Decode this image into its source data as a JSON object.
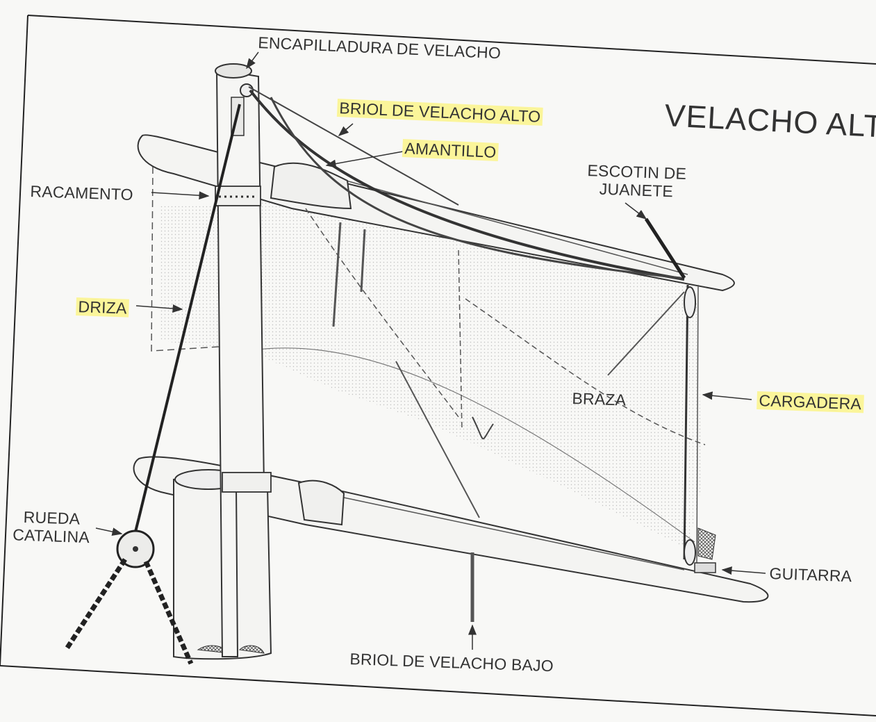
{
  "title": "VELACHO ALT",
  "labels": {
    "encapilladura": "ENCAPILLADURA DE VELACHO",
    "briol_alto": "BRIOL DE VELACHO ALTO",
    "amantillo": "AMANTILLO",
    "racamento": "RACAMENTO",
    "escotin_1": "ESCOTIN DE",
    "escotin_2": "JUANETE",
    "driza": "DRIZA",
    "braza": "BRAZA",
    "cargadera": "CARGADERA",
    "rueda_1": "RUEDA",
    "rueda_2": "CATALINA",
    "guitarra": "GUITARRA",
    "briol_bajo": "BRIOL DE VELACHO BAJO"
  },
  "colors": {
    "ink": "#333333",
    "highlight": "#fbf59a",
    "paper": "#f8f8f6"
  }
}
